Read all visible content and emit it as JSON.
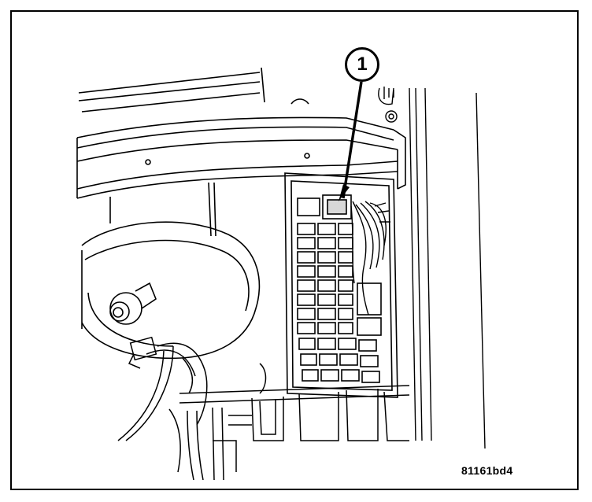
{
  "callout": {
    "number": "1"
  },
  "figure_id": "81161bd4",
  "components": {
    "panel": "junction-block-panel",
    "booster": "brake-booster",
    "harness": "wiring-harness",
    "cowl": "cowl-crossmember"
  },
  "colors": {
    "ink": "#000000",
    "paper": "#ffffff",
    "shade": "#d8d8d8"
  }
}
